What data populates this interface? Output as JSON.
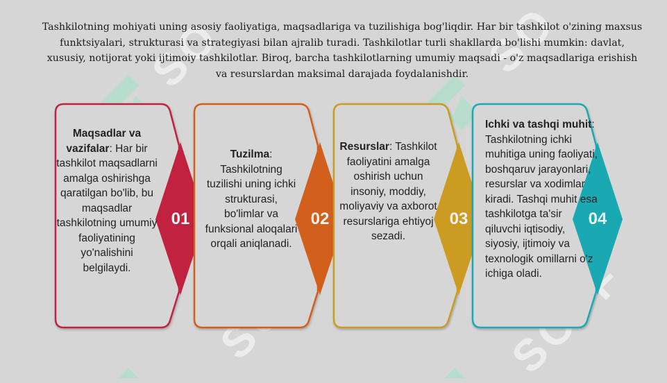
{
  "intro": "Tashkilotning mohiyati uning asosiy faoliyatiga, maqsadlariga va tuzilishiga bog'liqdir. Har bir tashkilot o'zining maxsus funktsiyalari, strukturasi va strategiyasi bilan ajralib turadi. Tashkilotlar turli shakllarda bo'lishi mumkin: davlat, xususiy, notijorat yoki ijtimoiy tashkilotlar. Biroq, barcha tashkilotlarning umumiy maqsadi - o'z maqsadlariga erishish va resurslardan maksimal darajada foydalanishdir.",
  "watermark": "SOFF",
  "colors": {
    "c1": "#c0223f",
    "c2": "#d2601c",
    "c3": "#cc9b22",
    "c4": "#1aa9b3"
  },
  "cards": [
    {
      "title": "Maqsadlar va vazifalar",
      "text": ": Har bir tashkilot maqsadlarni amalga oshirishga qaratilgan bo'lib, bu maqsadlar tashkilotning umumiy faoliyatining yo'nalishini belgilaydi.",
      "number": "01"
    },
    {
      "title": "Tuzilma",
      "text": ": Tashkilotning tuzilishi uning ichki strukturasi, bo'limlar va funksional aloqalari orqali aniqlanadi.",
      "number": "02"
    },
    {
      "title": "Resurslar",
      "text": ": Tashkilot faoliyatini amalga oshirish uchun insoniy, moddiy, moliyaviy va axborot resurslariga ehtiyoj sezadi.",
      "number": "03"
    },
    {
      "title": "Ichki va tashqi muhit",
      "text": ": Tashkilotning ichki muhitiga uning faoliyati, boshqaruv jarayonlari, resurslar va xodimlar kiradi. Tashqi muhit esa tashkilotga ta'sir qiluvchi iqtisodiy, siyosiy, ijtimoiy va texnologik omillarni o'z ichiga oladi.",
      "number": "04"
    }
  ]
}
